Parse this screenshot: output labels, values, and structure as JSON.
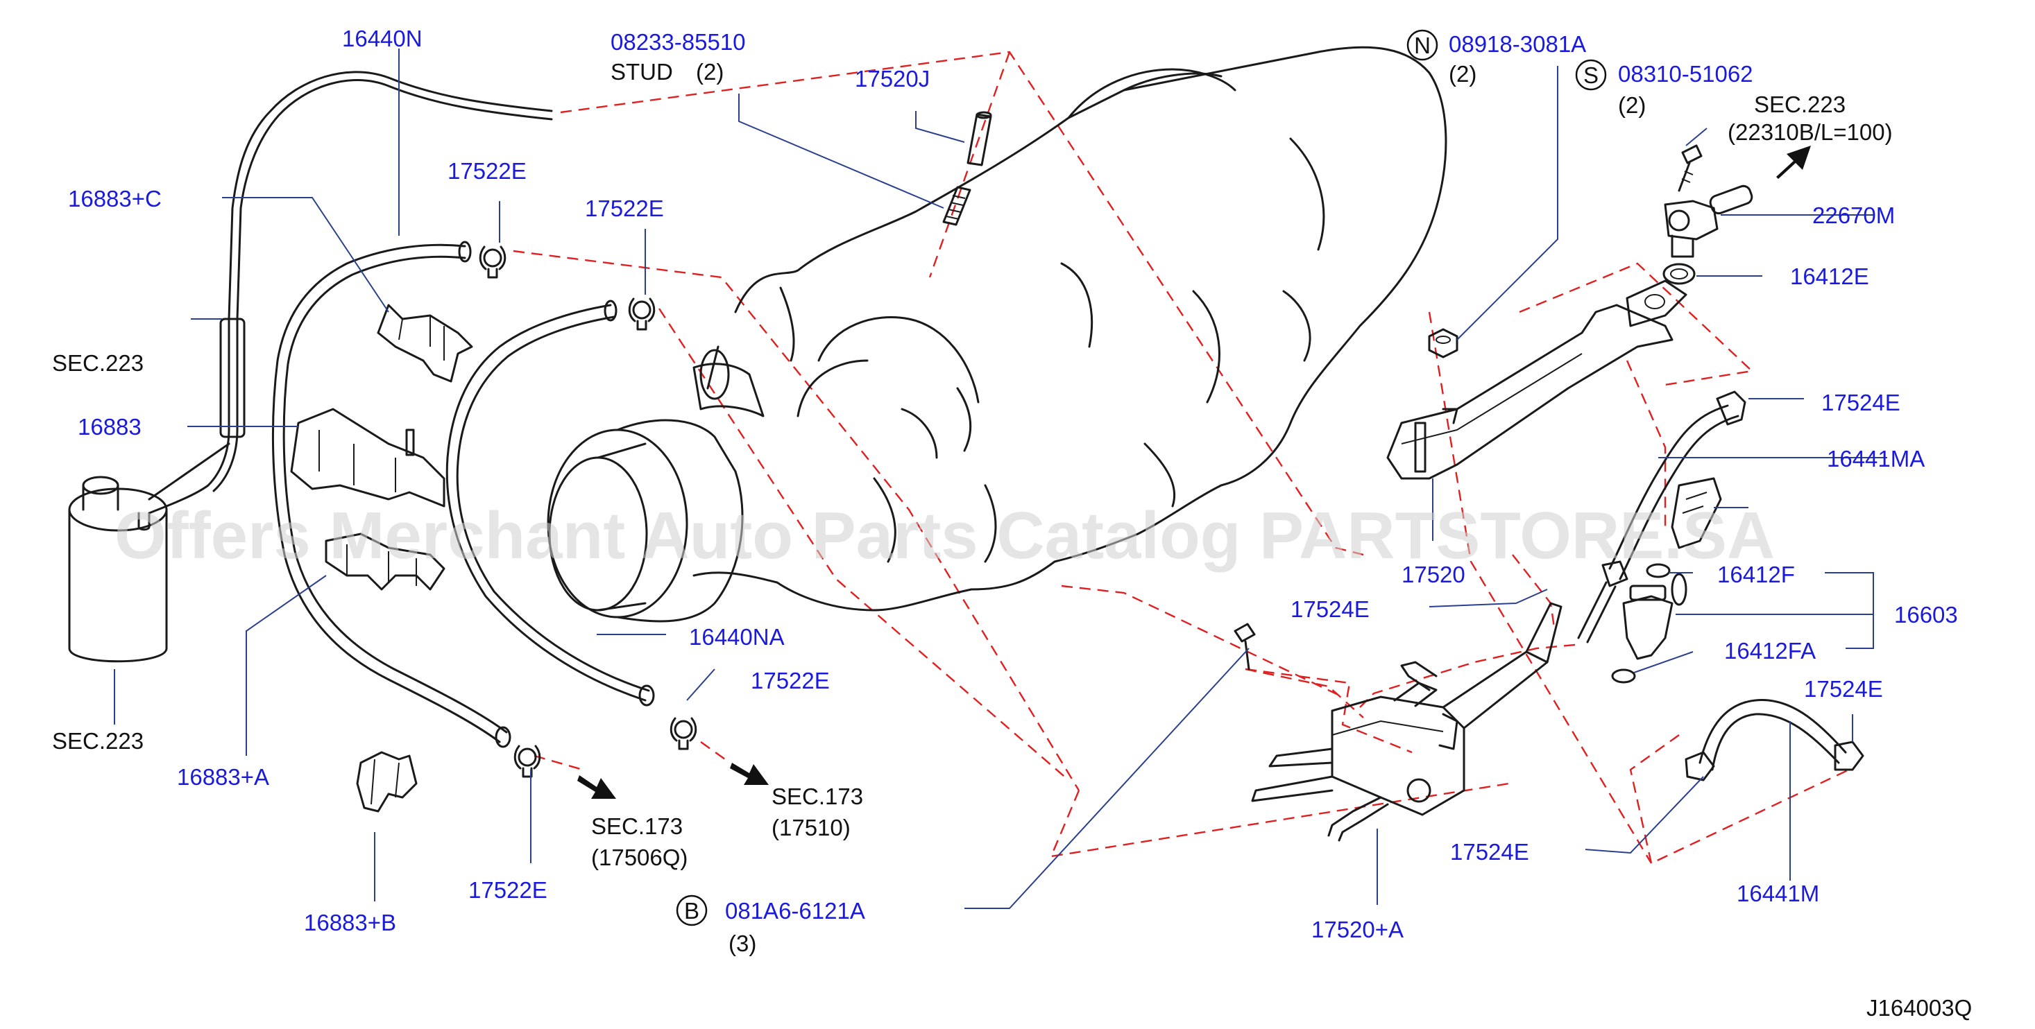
{
  "callouts": {
    "c_16440N": "16440N",
    "c_08233": "08233-85510",
    "c_stud": "STUD",
    "c_stud_qty": "(2)",
    "c_17520J": "17520J",
    "c_08918": "08918-3081A",
    "c_08918_qty": "(2)",
    "c_08310": "08310-51062",
    "c_08310_qty": "(2)",
    "c_sec223_top": "SEC.223",
    "c_sec223_top_sub": "(22310B/L=100)",
    "c_16883C": "16883+C",
    "c_17522E_a": "17522E",
    "c_17522E_b": "17522E",
    "c_22670M": "22670M",
    "c_16412E": "16412E",
    "c_sec223_mid": "SEC.223",
    "c_17524E_a": "17524E",
    "c_16883": "16883",
    "c_16441MA": "16441MA",
    "c_16603": "16603",
    "c_17520": "17520",
    "c_16412F": "16412F",
    "c_17524E_b": "17524E",
    "c_16440NA": "16440NA",
    "c_16412FA": "16412FA",
    "c_17522E_c": "17522E",
    "c_17524E_c": "17524E",
    "c_sec223_bot": "SEC.223",
    "c_16883A": "16883+A",
    "c_sec173_right": "SEC.173",
    "c_sec173_right_sub": "(17510)",
    "c_sec173_left": "SEC.173",
    "c_sec173_left_sub": "(17506Q)",
    "c_17524E_d": "17524E",
    "c_16441M": "16441M",
    "c_17522E_d": "17522E",
    "c_081A6": "081A6-6121A",
    "c_081A6_qty": "(3)",
    "c_17520A": "17520+A",
    "c_16883B": "16883+B",
    "c_diagram_id": "J164003Q"
  },
  "markers": {
    "n": "N",
    "s": "S",
    "b": "B"
  },
  "watermark": "Offers Merchant Auto Parts Catalog PARTSTORE.SA",
  "colors": {
    "callout_blue": "#1a1adf",
    "leader_blue": "#2a3f8f",
    "dashed_red": "#e02020",
    "line": "#1a1a1a"
  }
}
